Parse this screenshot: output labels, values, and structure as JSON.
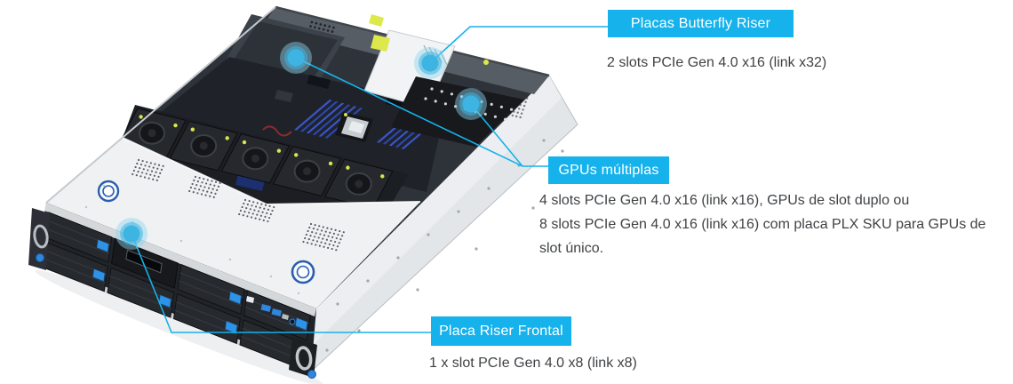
{
  "theme": {
    "accent": "#16b2ec",
    "dot_fill": "#3eb4e2",
    "halo_fill": "#8ed4ee",
    "text_color": "#3f4245",
    "label_text_color": "#ffffff"
  },
  "callouts": [
    {
      "id": "butterfly-riser",
      "label": "Placas Butterfly Riser",
      "description": "2 slots PCIe Gen 4.0 x16 (link x32)"
    },
    {
      "id": "multiple-gpus",
      "label": "GPUs múltiplas",
      "description_lines": [
        "4 slots PCIe Gen 4.0 x16 (link x16), GPUs de slot duplo ou",
        "8 slots PCIe Gen 4.0 x16 (link x16) com placa PLX SKU para GPUs de",
        "slot único."
      ]
    },
    {
      "id": "front-riser",
      "label": "Placa Riser Frontal",
      "description": "1 x slot PCIe Gen 4.0 x8 (link x8)"
    }
  ]
}
